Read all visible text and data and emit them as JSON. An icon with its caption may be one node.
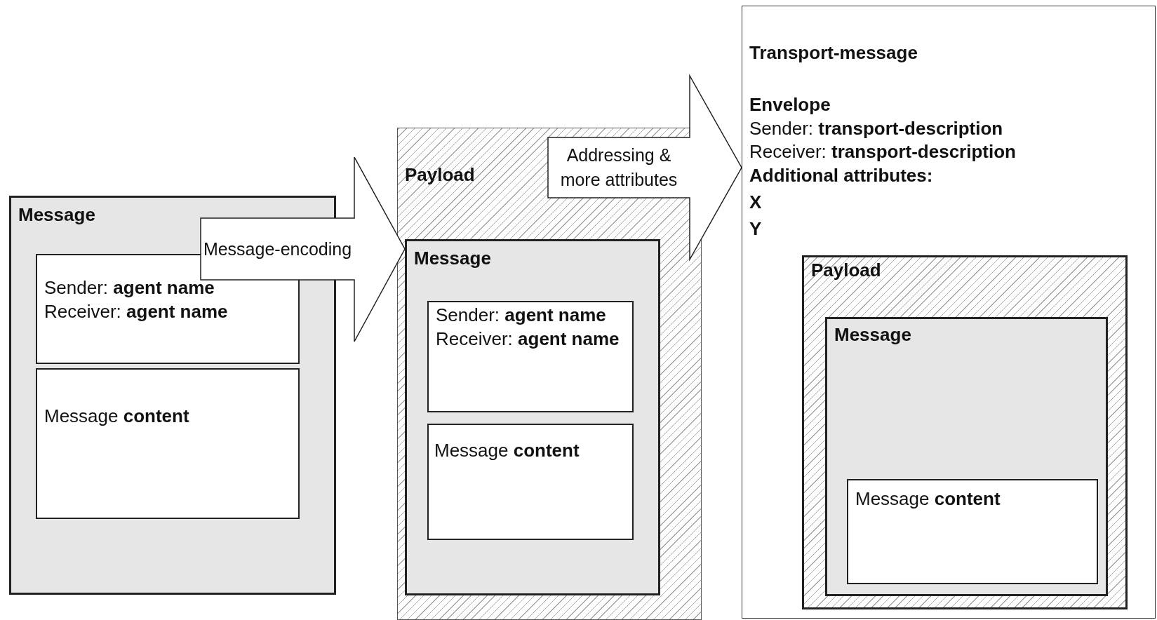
{
  "diagram": {
    "nodes": [
      {
        "text": [
          "Message"
        ]
      },
      {
        "text": [
          "Sender: **agent name**",
          "Receiver: **agent name**"
        ],
        "in": 0
      },
      {
        "text": [
          "Message **content**"
        ],
        "in": 0
      },
      {
        "text": [
          "Payload"
        ]
      },
      {
        "text": [
          "Message"
        ],
        "in": 3
      },
      {
        "text": [
          "Sender: **agent name**",
          "Receiver: **agent name**"
        ],
        "in": 4
      },
      {
        "text": [
          "Message **content**"
        ],
        "in": 4
      },
      {
        "text": [
          "Transport-message",
          "Envelope",
          "Sender: **transport-description**",
          "Receiver: **transport-description**",
          "Additional attributes:",
          "X",
          "Y"
        ]
      },
      {
        "text": [
          "Payload"
        ],
        "in": 7
      },
      {
        "text": [
          "Message"
        ],
        "in": 8
      },
      {
        "text": [
          "Message **content**"
        ],
        "in": 9
      }
    ],
    "edges": [
      {
        "from": 0,
        "to": 4,
        "arrow": "to",
        "label": "Message-encoding"
      },
      {
        "from": 3,
        "to": 7,
        "arrow": "to",
        "label": "Addressing & more attributes"
      }
    ]
  }
}
